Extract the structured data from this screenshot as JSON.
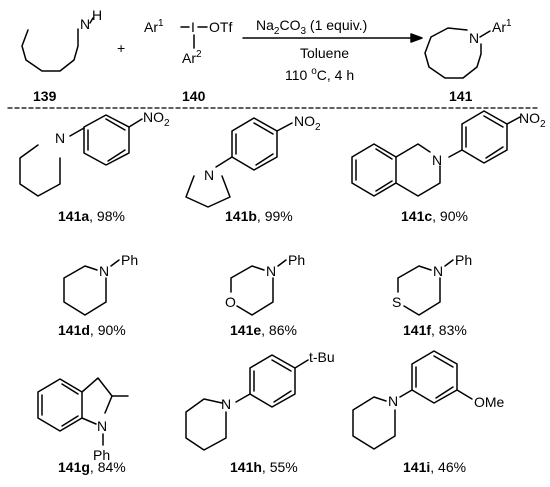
{
  "reaction": {
    "reactant_1_number": "139",
    "reactant_2_number": "140",
    "product_number": "141",
    "plus": "+",
    "reactant_1_nh": "N",
    "reactant_1_h": "H",
    "reagent_ar": "Ar",
    "reagent_ar_sup": "1",
    "reagent_i": "I",
    "reagent_otf": "OTf",
    "reagent_ar2": "Ar",
    "reagent_ar2_sub": "2",
    "product_n": "N",
    "product_ar": "Ar",
    "product_ar_sup": "1",
    "conditions": {
      "base_prefix": "Na",
      "base_sub": "2",
      "base_mid": "CO",
      "base_sub2": "3",
      "base_suffix": " (1 equiv.)",
      "solvent": "Toluene",
      "temperature_prefix": "110 ",
      "temperature_sup": "o",
      "temperature_suffix": "C, 4 h"
    }
  },
  "atoms": {
    "n": "N",
    "o": "O",
    "s": "S",
    "no2": "NO",
    "no2_sub": "2",
    "ph": "Ph",
    "tbu": "t-Bu",
    "ome": "OMe"
  },
  "products": [
    {
      "id": "141a",
      "yield": ", 98%"
    },
    {
      "id": "141b",
      "yield": ", 99%"
    },
    {
      "id": "141c",
      "yield": ", 90%"
    },
    {
      "id": "141d",
      "yield": ", 90%"
    },
    {
      "id": "141e",
      "yield": ", 86%"
    },
    {
      "id": "141f",
      "yield": ", 83%"
    },
    {
      "id": "141g",
      "yield": ", 84%"
    },
    {
      "id": "141h",
      "yield": ", 55%"
    },
    {
      "id": "141i",
      "yield": ", 46%"
    }
  ]
}
